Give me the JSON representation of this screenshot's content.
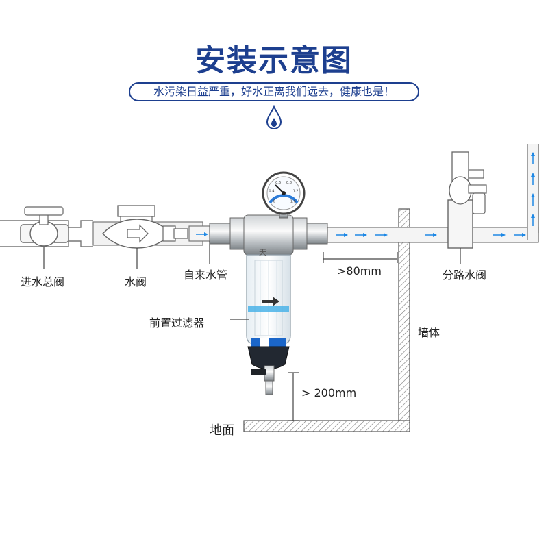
{
  "header": {
    "title": "安装示意图",
    "slogan": "水污染日益严重，好水正离我们远去，健康也是！"
  },
  "labels": {
    "inlet_main_valve": "进水总阀",
    "water_meter": "水阀",
    "tap_water_pipe": "自来水管",
    "branch_valve": "分路水阀",
    "pre_filter": "前置过滤器",
    "wall": "墙体",
    "ground": "地面",
    "clearance_wall": ">80mm",
    "clearance_ground": "> 200mm"
  },
  "filter_brand_text": "天",
  "gauge_scale": [
    "0",
    "0.4",
    "0.6",
    "0.8",
    "1.2",
    "1.6"
  ],
  "colors": {
    "accent": "#1d3f8f",
    "flow_arrow": "#1e88e5",
    "pipe": "#eeeeee"
  }
}
